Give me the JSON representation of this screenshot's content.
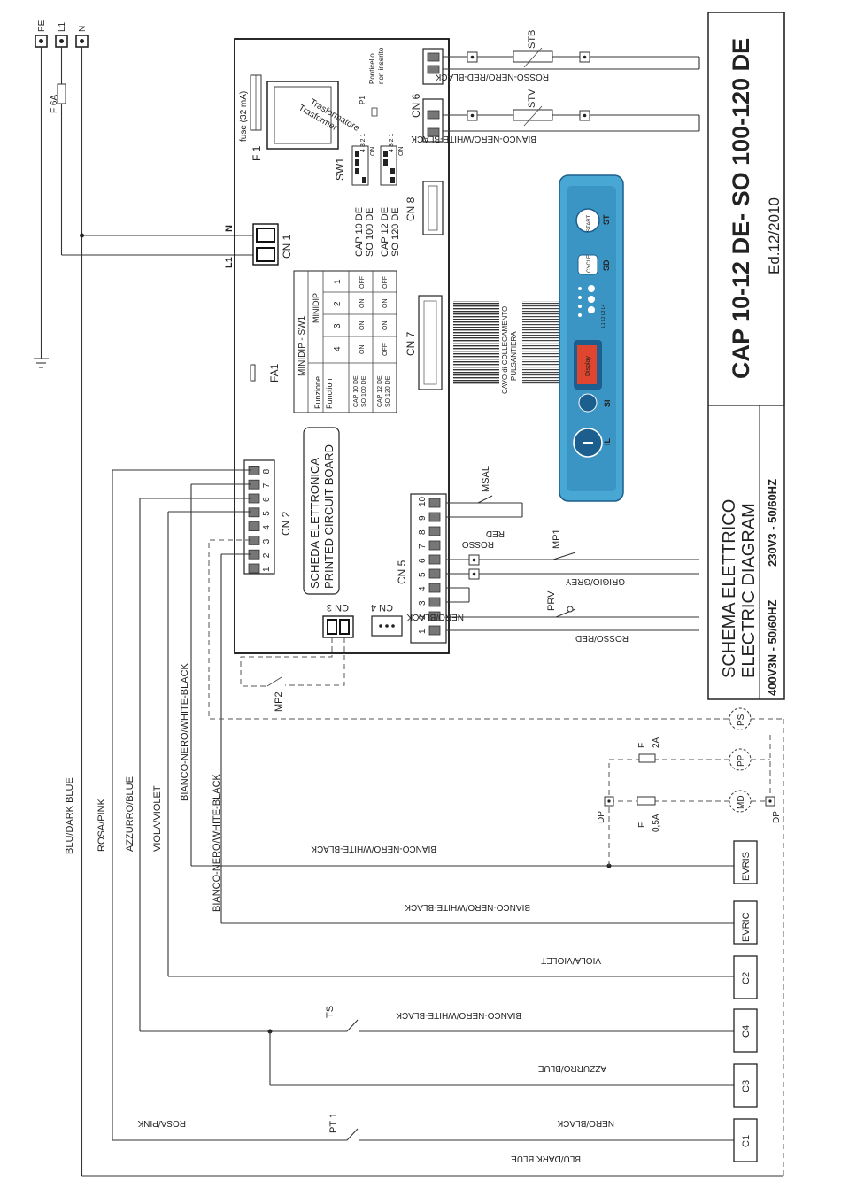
{
  "title_block": {
    "model": "CAP 10-12 DE- SO 100-120 DE",
    "edition": "Ed.12/2010",
    "schema_it": "SCHEMA ELETTRICO",
    "schema_en": "ELECTRIC DIAGRAM",
    "voltage_1": "400V3N - 50/60HZ",
    "voltage_2": "230V3  -  50/60HZ"
  },
  "supply": {
    "pe": "PE",
    "l1": "L1",
    "n": "N",
    "fuse": "F 6A"
  },
  "board": {
    "title_it": "SCHEDA ELETTRONICA",
    "title_en": "PRINTED CIRCUIT BOARD",
    "cn1": "CN 1",
    "cn1_n": "N",
    "cn1_l1": "L1",
    "cn2": "CN 2",
    "cn3": "CN 3",
    "cn4": "CN 4",
    "cn5": "CN 5",
    "cn6": "CN 6",
    "cn7": "CN 7",
    "cn8": "CN 8",
    "fa1": "FA1",
    "f1": "F 1",
    "fuse": "fuse (32 mA)",
    "transformer": "Trasformatore",
    "transformer2": "Trasformer",
    "p1": "P1",
    "ponticello": "Ponticello",
    "non_inserito": "non inserito",
    "sw1": "SW1",
    "sw_cap10": "CAP 10 DE",
    "sw_so100": "SO 100 DE",
    "sw_cap12": "CAP 12 DE",
    "sw_so120": "SO 120 DE",
    "sw_pins": "4 3 2 1",
    "sw_on": "ON",
    "cable": "CAVO di COLLEGAMENTO",
    "cable2": "PULSANTIERA"
  },
  "minidip_table": {
    "title": "MINIDIP - SW1",
    "header_fn": "Funzione",
    "header_fn_en": "Function",
    "header_minidip": "MINIDIP",
    "cols": [
      "4",
      "3",
      "2",
      "1"
    ],
    "rows": [
      {
        "name1": "CAP 10 DE",
        "name2": "SO 100 DE",
        "vals": [
          "ON",
          "ON",
          "ON",
          "OFF"
        ]
      },
      {
        "name1": "CAP 12 DE",
        "name2": "SO 120 DE",
        "vals": [
          "OFF",
          "ON",
          "ON",
          "OFF"
        ]
      }
    ]
  },
  "panel": {
    "start": "START",
    "st": "ST",
    "cycle": "CYCLE",
    "sd": "SD",
    "display": "Display",
    "si": "SI",
    "il": "IL",
    "leds": "L1 L2 L3 L4"
  },
  "components": {
    "stb": "STB",
    "stv": "STV",
    "msal": "MSAL",
    "mp1": "MP1",
    "mp2": "MP2",
    "prv": "PRV",
    "ts": "TS",
    "pt1": "PT 1",
    "ps": "PS",
    "pp": "PP",
    "md": "MD",
    "dp": "DP",
    "fuse2a_f": "F",
    "fuse2a_v": "2A",
    "fuse05_f": "F",
    "fuse05_v": "0,5A",
    "evris": "EVRIS",
    "evric": "EVRIC",
    "c1": "C1",
    "c2": "C2",
    "c3": "C3",
    "c4": "C4"
  },
  "wires": {
    "rosso_nero_red_black": "ROSSO-NERO/RED-BLACK",
    "bianco_nero_white_black": "BIANCO-NERO/WHITE-BLACK",
    "rosso": "ROSSO",
    "red": "RED",
    "grigio_grey": "GRIGIO/GREY",
    "nero_black": "NERO/BLACK",
    "rosso_red": "ROSSO/RED",
    "blu_dark_blue": "BLU/DARK BLUE",
    "rosa_pink": "ROSA/PINK",
    "azzurro_blue": "AZZURRO/BLUE",
    "viola_violet": "VIOLA/VIOLET"
  },
  "pin_numbers_10": [
    "1",
    "2",
    "3",
    "4",
    "5",
    "6",
    "7",
    "8",
    "9",
    "10"
  ],
  "pin_numbers_8": [
    "1",
    "2",
    "3",
    "4",
    "5",
    "6",
    "7",
    "8"
  ],
  "colors": {
    "panel_blue": "#49a7d4",
    "panel_dark": "#1c5f8f",
    "display_red": "#e0452f"
  }
}
